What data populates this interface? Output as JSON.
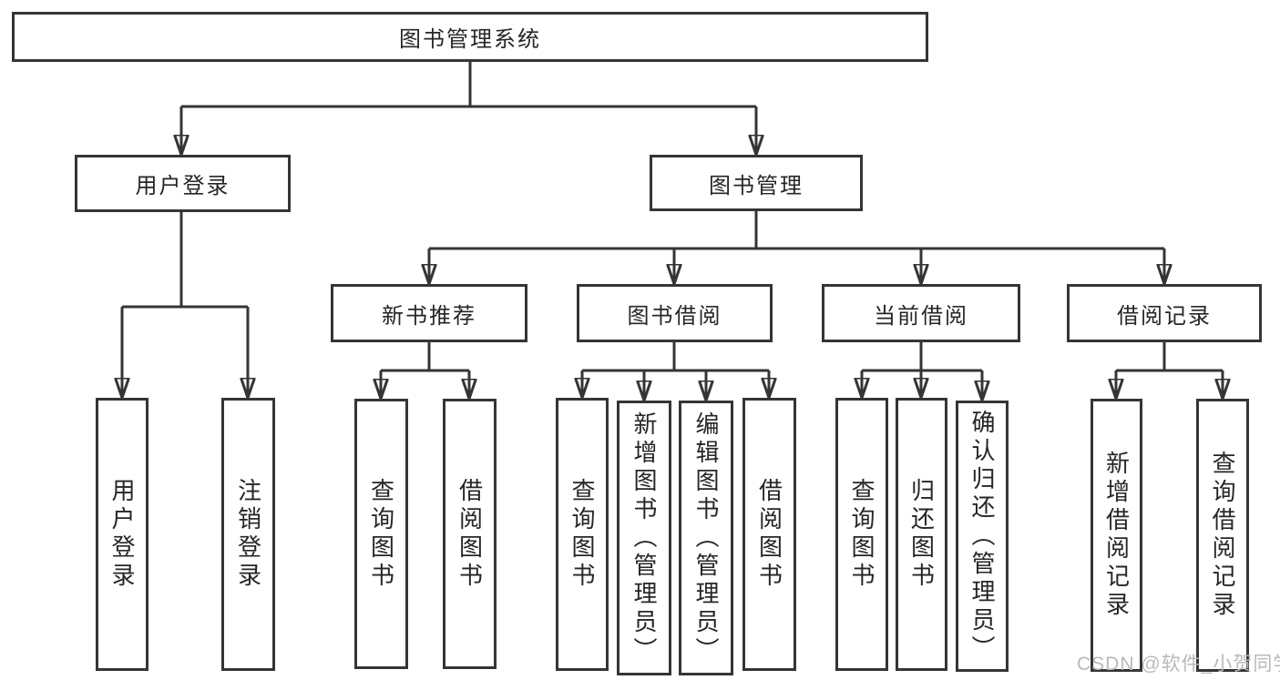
{
  "diagram": {
    "root": {
      "label": "图书管理系统"
    },
    "level2": {
      "user_login": {
        "label": "用户登录",
        "children": [
          "用户登录",
          "注销登录"
        ]
      },
      "book_mgmt": {
        "label": "图书管理"
      }
    },
    "level3": {
      "new_book_rec": {
        "label": "新书推荐",
        "children": [
          "查询图书",
          "借阅图书"
        ]
      },
      "book_borrow": {
        "label": "图书借阅",
        "children": [
          "查询图书",
          "新增图书（管理员）",
          "编辑图书（管理员）",
          "借阅图书"
        ]
      },
      "current_borrow": {
        "label": "当前借阅",
        "children": [
          "查询图书",
          "归还图书",
          "确认归还（管理员）"
        ]
      },
      "borrow_records": {
        "label": "借阅记录",
        "children": [
          "新增借阅记录",
          "查询借阅记录"
        ]
      }
    }
  },
  "watermark": {
    "text": "CSDN @软件_小贺同学",
    "color": "#b9b9b9"
  },
  "colors": {
    "line": "#353535",
    "box_border": "#353535",
    "text": "#262626",
    "background": "#ffffff"
  }
}
